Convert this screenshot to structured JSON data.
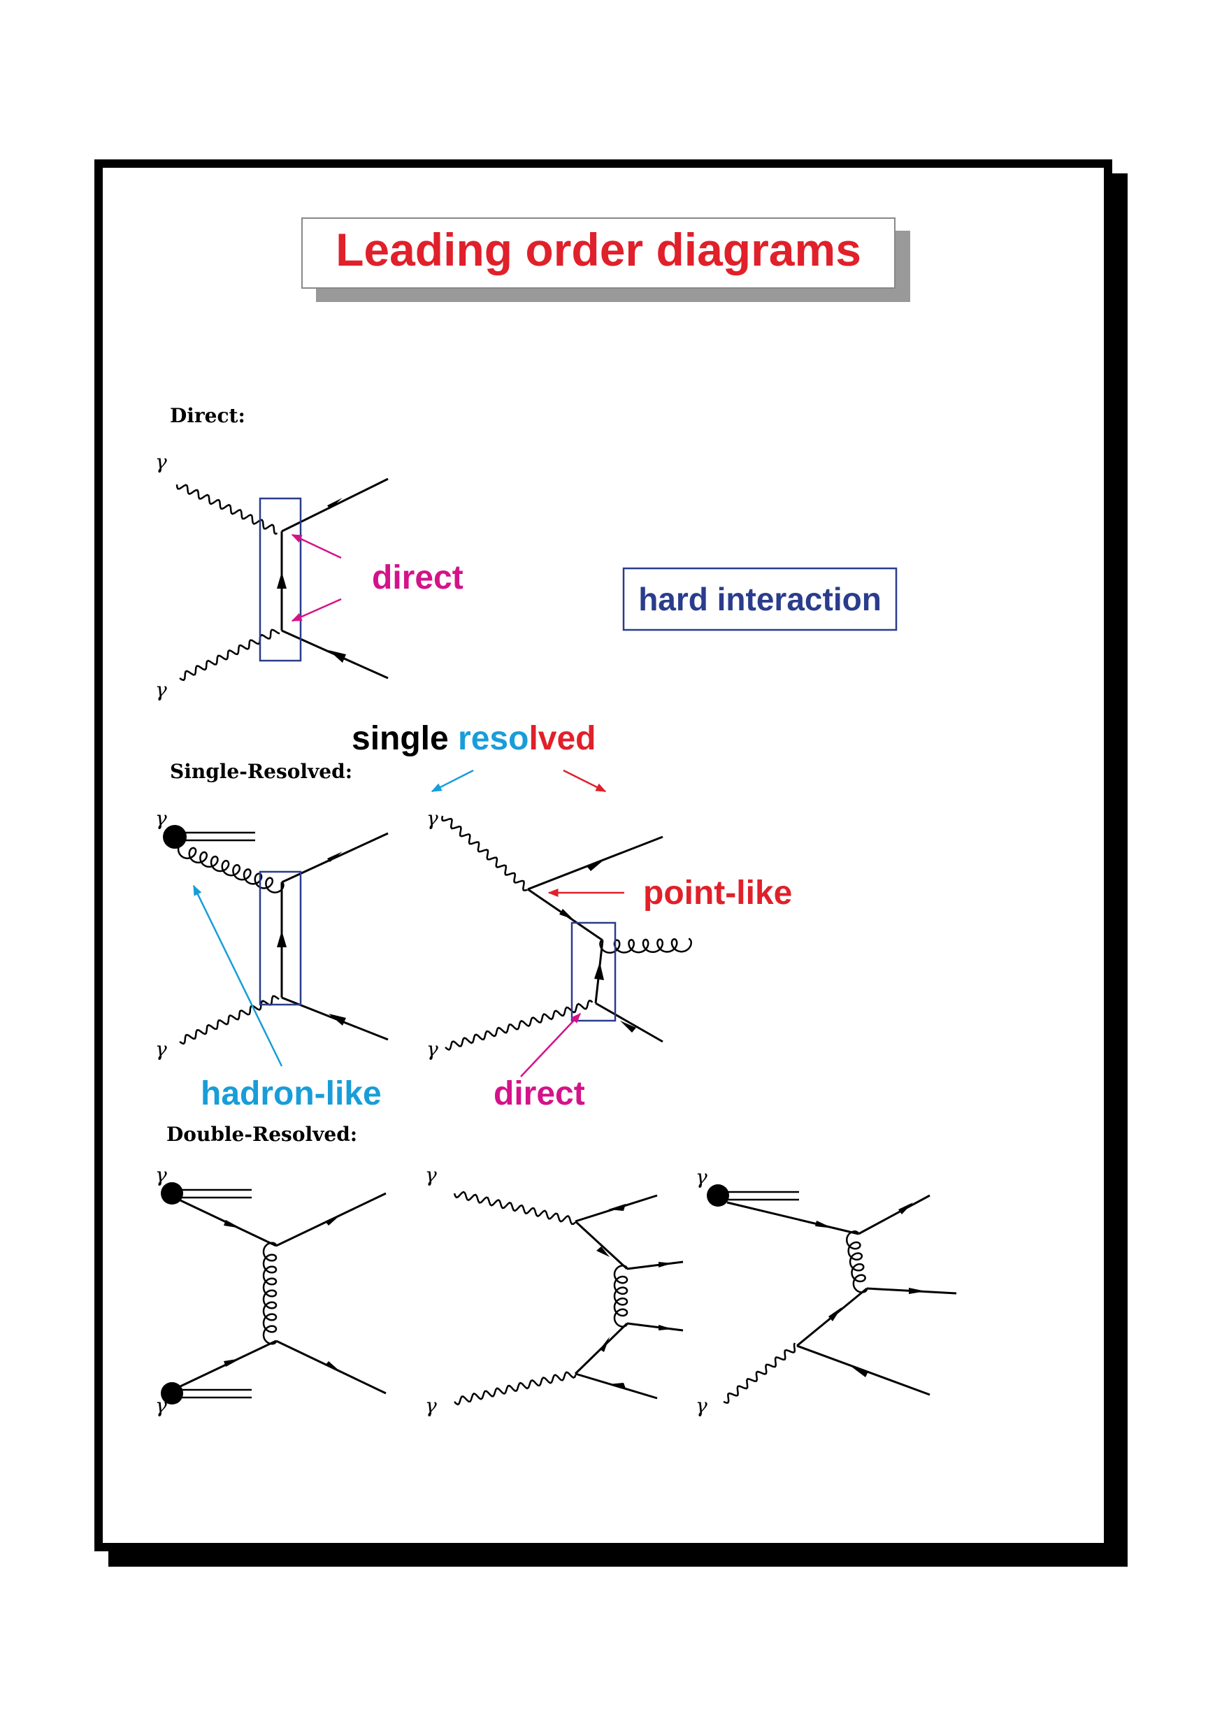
{
  "title": "Leading order diagrams",
  "colors": {
    "title_red": "#e0202a",
    "magenta": "#d4128a",
    "navy": "#2a3c8c",
    "cyan": "#189dd8",
    "gray_shadow": "#999999",
    "black": "#000000"
  },
  "sections": {
    "direct": "Direct:",
    "single_resolved": "Single-Resolved:",
    "double_resolved": "Double-Resolved:"
  },
  "labels": {
    "direct_top": "direct",
    "hard_interaction": "hard interaction",
    "single_resolved_prefix": "single ",
    "single_resolved_reso": "reso",
    "single_resolved_lved": "lved",
    "point_like": "point-like",
    "hadron_like": "hadron-like",
    "direct_bottom": "direct"
  },
  "particles": {
    "photon": "γ"
  }
}
